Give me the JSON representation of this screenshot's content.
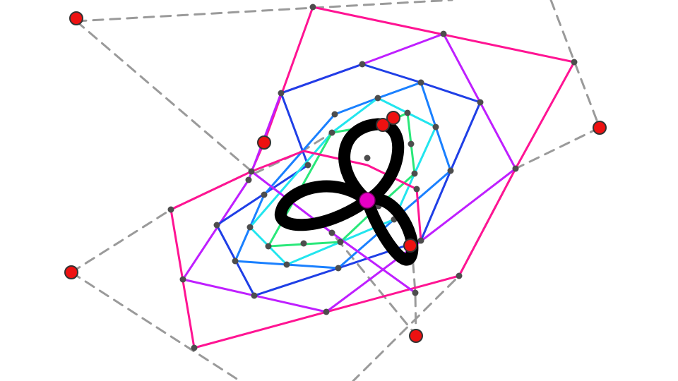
{
  "colors": {
    "background": "#ffffff",
    "guide": "#9a9a9a",
    "vertex": "#4d4d4d",
    "control_point": "#ee1111",
    "control_point_outline": "#333333",
    "center_point": "#e600c4",
    "knot": "#000000"
  },
  "figure": {
    "control_points": [
      "red-point-1",
      "red-point-2",
      "red-point-3",
      "red-point-4",
      "red-point-5",
      "red-point-6",
      "red-point-7",
      "red-point-8"
    ],
    "layers": [
      {
        "name": "layer-1",
        "color": "#ff1493"
      },
      {
        "name": "layer-2",
        "color": "#bf1fff"
      },
      {
        "name": "layer-3",
        "color": "#1f3fe6"
      },
      {
        "name": "layer-4",
        "color": "#1a80ff"
      },
      {
        "name": "layer-5",
        "color": "#22e5ee"
      },
      {
        "name": "layer-6",
        "color": "#2ae87a"
      }
    ],
    "knot": "trefoil"
  }
}
